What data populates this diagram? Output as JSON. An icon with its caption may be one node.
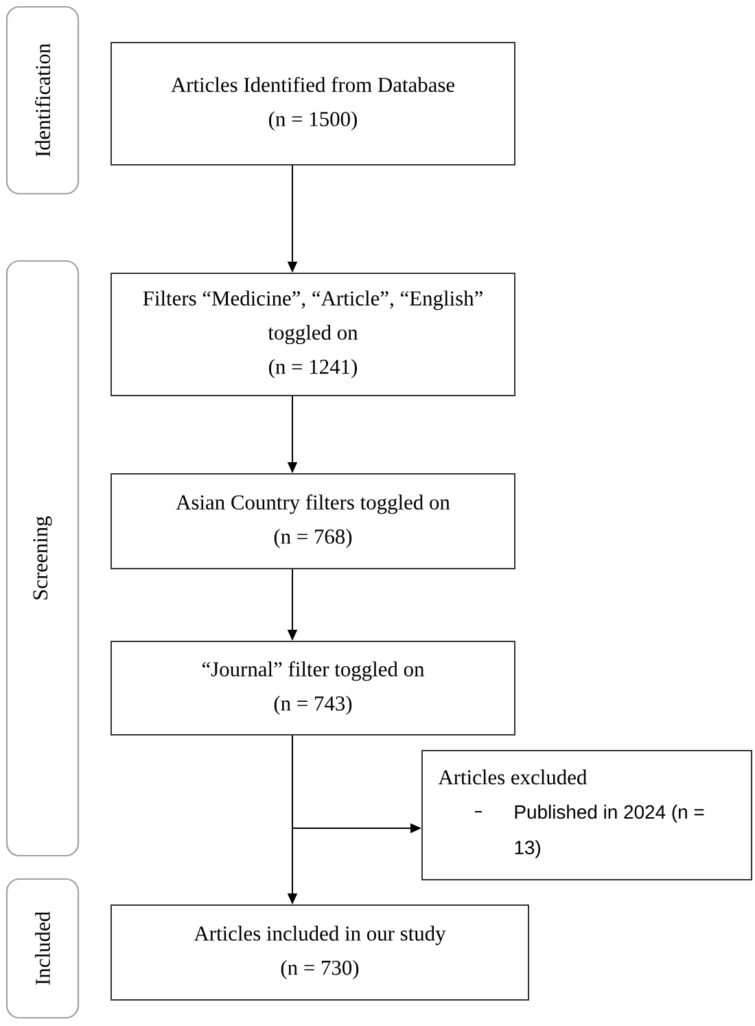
{
  "diagram": {
    "nodes": [
      {
        "text": [
          "Identification"
        ]
      },
      {
        "text": [
          "Screening"
        ]
      },
      {
        "text": [
          "Included"
        ]
      },
      {
        "text": [
          "Articles Identified from Database",
          "(n = 1500)"
        ]
      },
      {
        "text": [
          "Filters “Medicine”, “Article”, “English” toggled on",
          "(n = 1241)"
        ]
      },
      {
        "text": [
          "Asian Country filters toggled on",
          "(n = 768)"
        ]
      },
      {
        "text": [
          "“Journal” filter toggled on",
          "(n = 743)"
        ]
      },
      {
        "text": [
          "Articles excluded",
          "Published in 2024 (n = 13)"
        ]
      },
      {
        "text": [
          "Articles included in our study",
          "(n = 730)"
        ]
      }
    ],
    "edges": [
      {
        "from": 3,
        "to": 4,
        "arrow": "to"
      },
      {
        "from": 4,
        "to": 5,
        "arrow": "to"
      },
      {
        "from": 5,
        "to": 6,
        "arrow": "to"
      },
      {
        "from": 6,
        "to": 7,
        "arrow": "to"
      },
      {
        "from": 6,
        "to": 8,
        "arrow": "to"
      }
    ]
  }
}
